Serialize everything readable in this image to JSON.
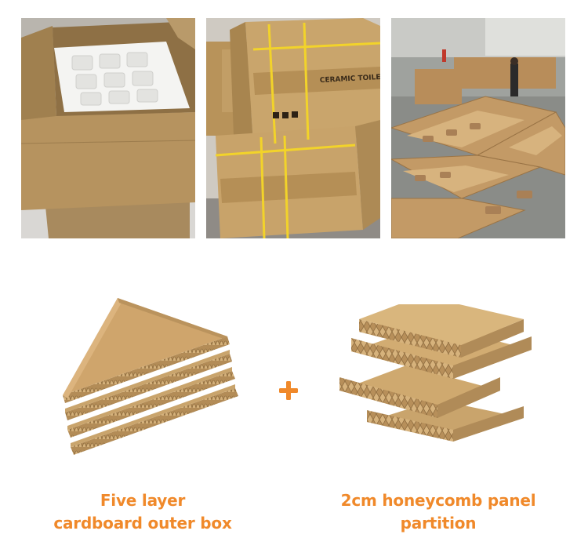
{
  "photos": [
    {
      "name": "open-box-with-foam-insert"
    },
    {
      "name": "stacked-ceramic-toilet-boxes",
      "box_print": "CERAMIC TOILET"
    },
    {
      "name": "warehouse-rows-of-boxes"
    }
  ],
  "colors": {
    "caption": "#f0892a",
    "plus": "#f0892a",
    "kraft": "#c9a46c",
    "kraft_dark": "#a9834f"
  },
  "captions": {
    "left": {
      "line1": "Five layer",
      "line2": "cardboard outer box"
    },
    "right": {
      "line1": "2cm honeycomb panel",
      "line2": "partition"
    }
  },
  "plus_symbol": "+"
}
